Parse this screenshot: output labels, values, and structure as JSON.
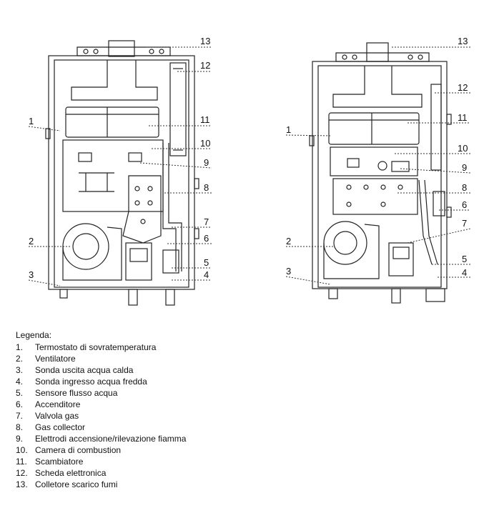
{
  "left_callouts": [
    "1",
    "2",
    "3"
  ],
  "right_callouts": [
    "13",
    "12",
    "11",
    "10",
    "9",
    "8",
    "7",
    "6",
    "5",
    "4"
  ],
  "legend": {
    "title": "Legenda:",
    "items": [
      {
        "n": "1.",
        "label": "Termostato di sovratemperatura"
      },
      {
        "n": "2.",
        "label": "Ventilatore"
      },
      {
        "n": "3.",
        "label": "Sonda uscita acqua calda"
      },
      {
        "n": "4.",
        "label": "Sonda ingresso acqua fredda"
      },
      {
        "n": "5.",
        "label": "Sensore flusso acqua"
      },
      {
        "n": "6.",
        "label": "Accenditore"
      },
      {
        "n": "7.",
        "label": "Valvola gas"
      },
      {
        "n": "8.",
        "label": "Gas collector"
      },
      {
        "n": "9.",
        "label": "Elettrodi accensione/rilevazione fiamma"
      },
      {
        "n": "10.",
        "label": "Camera di combustion"
      },
      {
        "n": "11.",
        "label": "Scambiatore"
      },
      {
        "n": "12.",
        "label": "Scheda elettronica"
      },
      {
        "n": "13.",
        "label": "Colletore scarico fumi"
      }
    ]
  }
}
